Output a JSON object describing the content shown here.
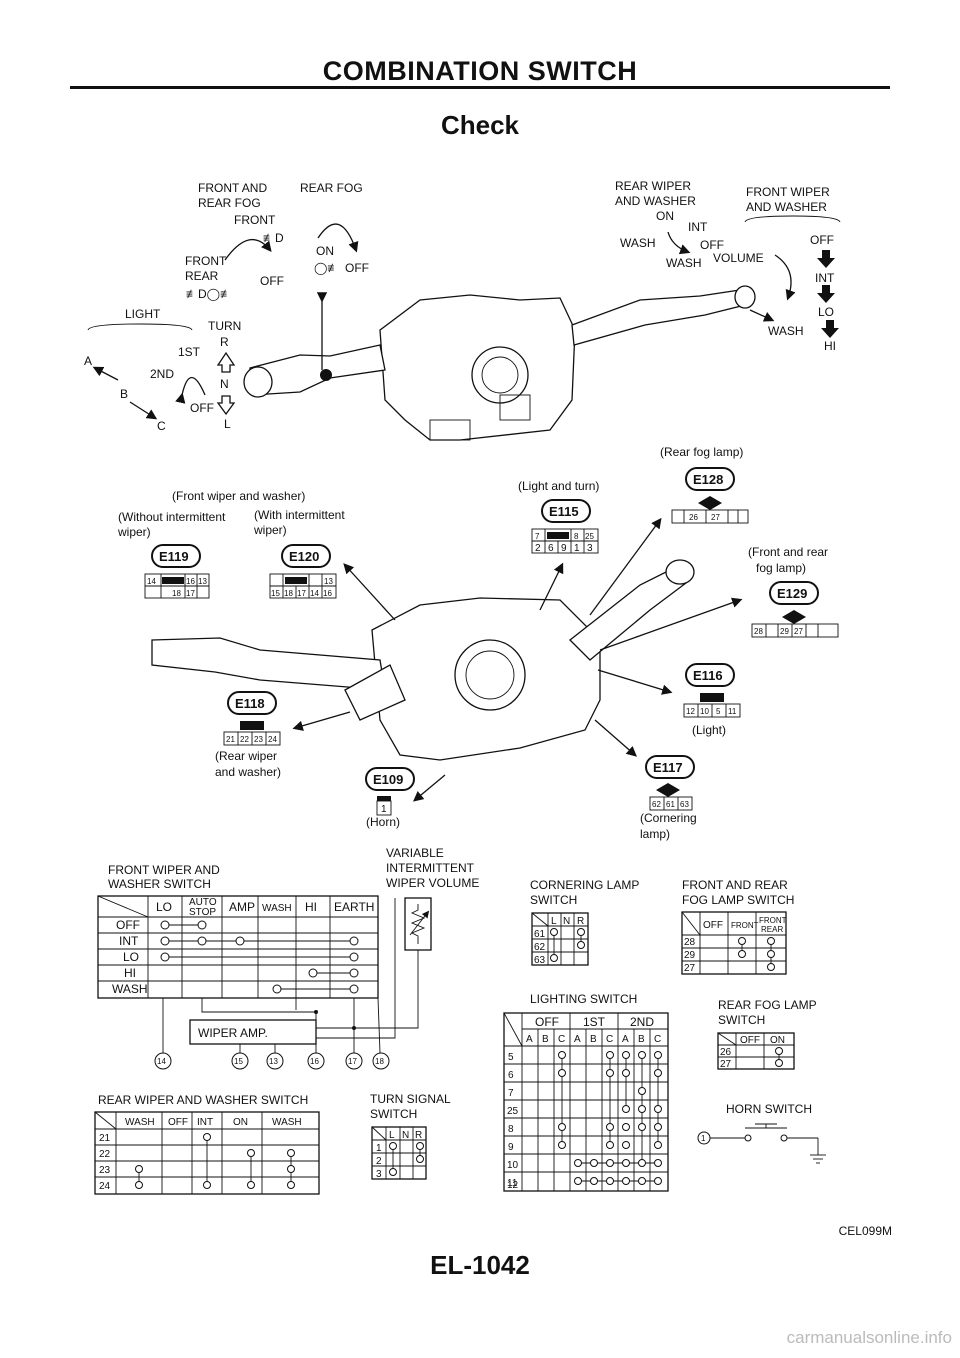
{
  "header": {
    "title": "COMBINATION SWITCH",
    "section": "Check"
  },
  "footer": {
    "code": "CEL099M",
    "page": "EL-1042",
    "watermark": "carmanualsonline.info"
  },
  "top_labels": {
    "front_and_rear_fog_1": "FRONT AND",
    "front_and_rear_fog_2": "REAR FOG",
    "rear_fog": "REAR FOG",
    "front": "FRONT",
    "front_rear_1": "FRONT",
    "front_rear_2": "REAR",
    "off": "OFF",
    "on": "ON",
    "rear_wiper_washer_1": "REAR WIPER",
    "rear_wiper_washer_2": "AND WASHER",
    "front_wiper_washer_1": "FRONT WIPER",
    "front_wiper_washer_2": "AND WASHER",
    "int": "INT",
    "wash": "WASH",
    "volume": "VOLUME",
    "lo": "LO",
    "hi": "HI",
    "light": "LIGHT",
    "turn": "TURN",
    "r": "R",
    "n": "N",
    "l": "L",
    "first": "1ST",
    "second": "2ND",
    "a": "A",
    "b": "B",
    "c": "C"
  },
  "connectors": {
    "e119": {
      "id": "E119",
      "row1": [
        "14",
        "",
        "16",
        "13"
      ],
      "row2": [
        "",
        "",
        "18",
        "17"
      ]
    },
    "e120": {
      "id": "E120",
      "row1": [
        "",
        "",
        "",
        "13"
      ],
      "row2": [
        "15",
        "18",
        "17",
        "14",
        "16"
      ]
    },
    "e115": {
      "id": "E115",
      "row1": [
        "7",
        "",
        "8",
        "25"
      ],
      "row2": [
        "2",
        "6",
        "9",
        "1",
        "3"
      ]
    },
    "e128": {
      "id": "E128",
      "pins": [
        "",
        "26",
        "27",
        "",
        ""
      ]
    },
    "e129": {
      "id": "E129",
      "pins": [
        "28",
        "",
        "29",
        "27",
        "",
        ""
      ]
    },
    "e116": {
      "id": "E116",
      "pins": [
        "12",
        "10",
        "5",
        "11"
      ]
    },
    "e118": {
      "id": "E118",
      "pins": [
        "21",
        "22",
        "23",
        "24"
      ]
    },
    "e109": {
      "id": "E109",
      "pins": [
        "1"
      ]
    },
    "e117": {
      "id": "E117",
      "pins": [
        "62",
        "61",
        "63"
      ]
    }
  },
  "callouts": {
    "front_wiper_washer": "(Front wiper and washer)",
    "without_int_1": "(Without intermittent",
    "without_int_2": "wiper)",
    "with_int_1": "(With intermittent",
    "with_int_2": "wiper)",
    "light_turn": "(Light and turn)",
    "rear_fog_lamp": "(Rear fog lamp)",
    "front_rear_fog_1": "(Front and rear",
    "front_rear_fog_2": "fog lamp)",
    "light": "(Light)",
    "rear_wiper_1": "(Rear wiper",
    "rear_wiper_2": "and washer)",
    "horn": "(Horn)",
    "cornering_1": "(Cornering",
    "cornering_2": "lamp)"
  },
  "front_wiper_table": {
    "title_1": "FRONT WIPER AND",
    "title_2": "WASHER SWITCH",
    "volume_1": "VARIABLE",
    "volume_2": "INTERMITTENT",
    "volume_3": "WIPER VOLUME",
    "headers": [
      "LO",
      "AUTO",
      "STOP",
      "AMP",
      "WASH",
      "HI",
      "EARTH"
    ],
    "rows": [
      "OFF",
      "INT",
      "LO",
      "HI",
      "WASH"
    ],
    "amp": "WIPER   AMP.",
    "terminals": [
      "14",
      "15",
      "13",
      "16",
      "17",
      "18"
    ]
  },
  "cornering_table": {
    "title_1": "CORNERING LAMP",
    "title_2": "SWITCH",
    "headers": [
      "L",
      "N",
      "R"
    ],
    "rows": [
      "61",
      "62",
      "63"
    ]
  },
  "fog_table": {
    "title_1": "FRONT AND REAR",
    "title_2": "FOG LAMP SWITCH",
    "headers": [
      "OFF",
      "FRONT",
      "FRONT",
      "REAR"
    ],
    "rows": [
      "28",
      "29",
      "27"
    ]
  },
  "lighting_table": {
    "title": "LIGHTING SWITCH",
    "groups": [
      "OFF",
      "1ST",
      "2ND"
    ],
    "subs": [
      "A",
      "B",
      "C",
      "A",
      "B",
      "C",
      "A",
      "B",
      "C"
    ],
    "rows": [
      "5",
      "6",
      "7",
      "25",
      "8",
      "9",
      "10",
      "11",
      "12"
    ]
  },
  "rear_fog_table": {
    "title_1": "REAR FOG LAMP",
    "title_2": "SWITCH",
    "headers": [
      "OFF",
      "ON"
    ],
    "rows": [
      "26",
      "27"
    ]
  },
  "horn": {
    "title": "HORN SWITCH",
    "terminal": "1"
  },
  "rear_wiper_table": {
    "title": "REAR WIPER AND WASHER SWITCH",
    "headers": [
      "WASH",
      "OFF",
      "INT",
      "ON",
      "WASH"
    ],
    "rows": [
      "21",
      "22",
      "23",
      "24"
    ]
  },
  "turn_table": {
    "title_1": "TURN SIGNAL",
    "title_2": "SWITCH",
    "headers": [
      "L",
      "N",
      "R"
    ],
    "rows": [
      "1",
      "2",
      "3"
    ]
  }
}
